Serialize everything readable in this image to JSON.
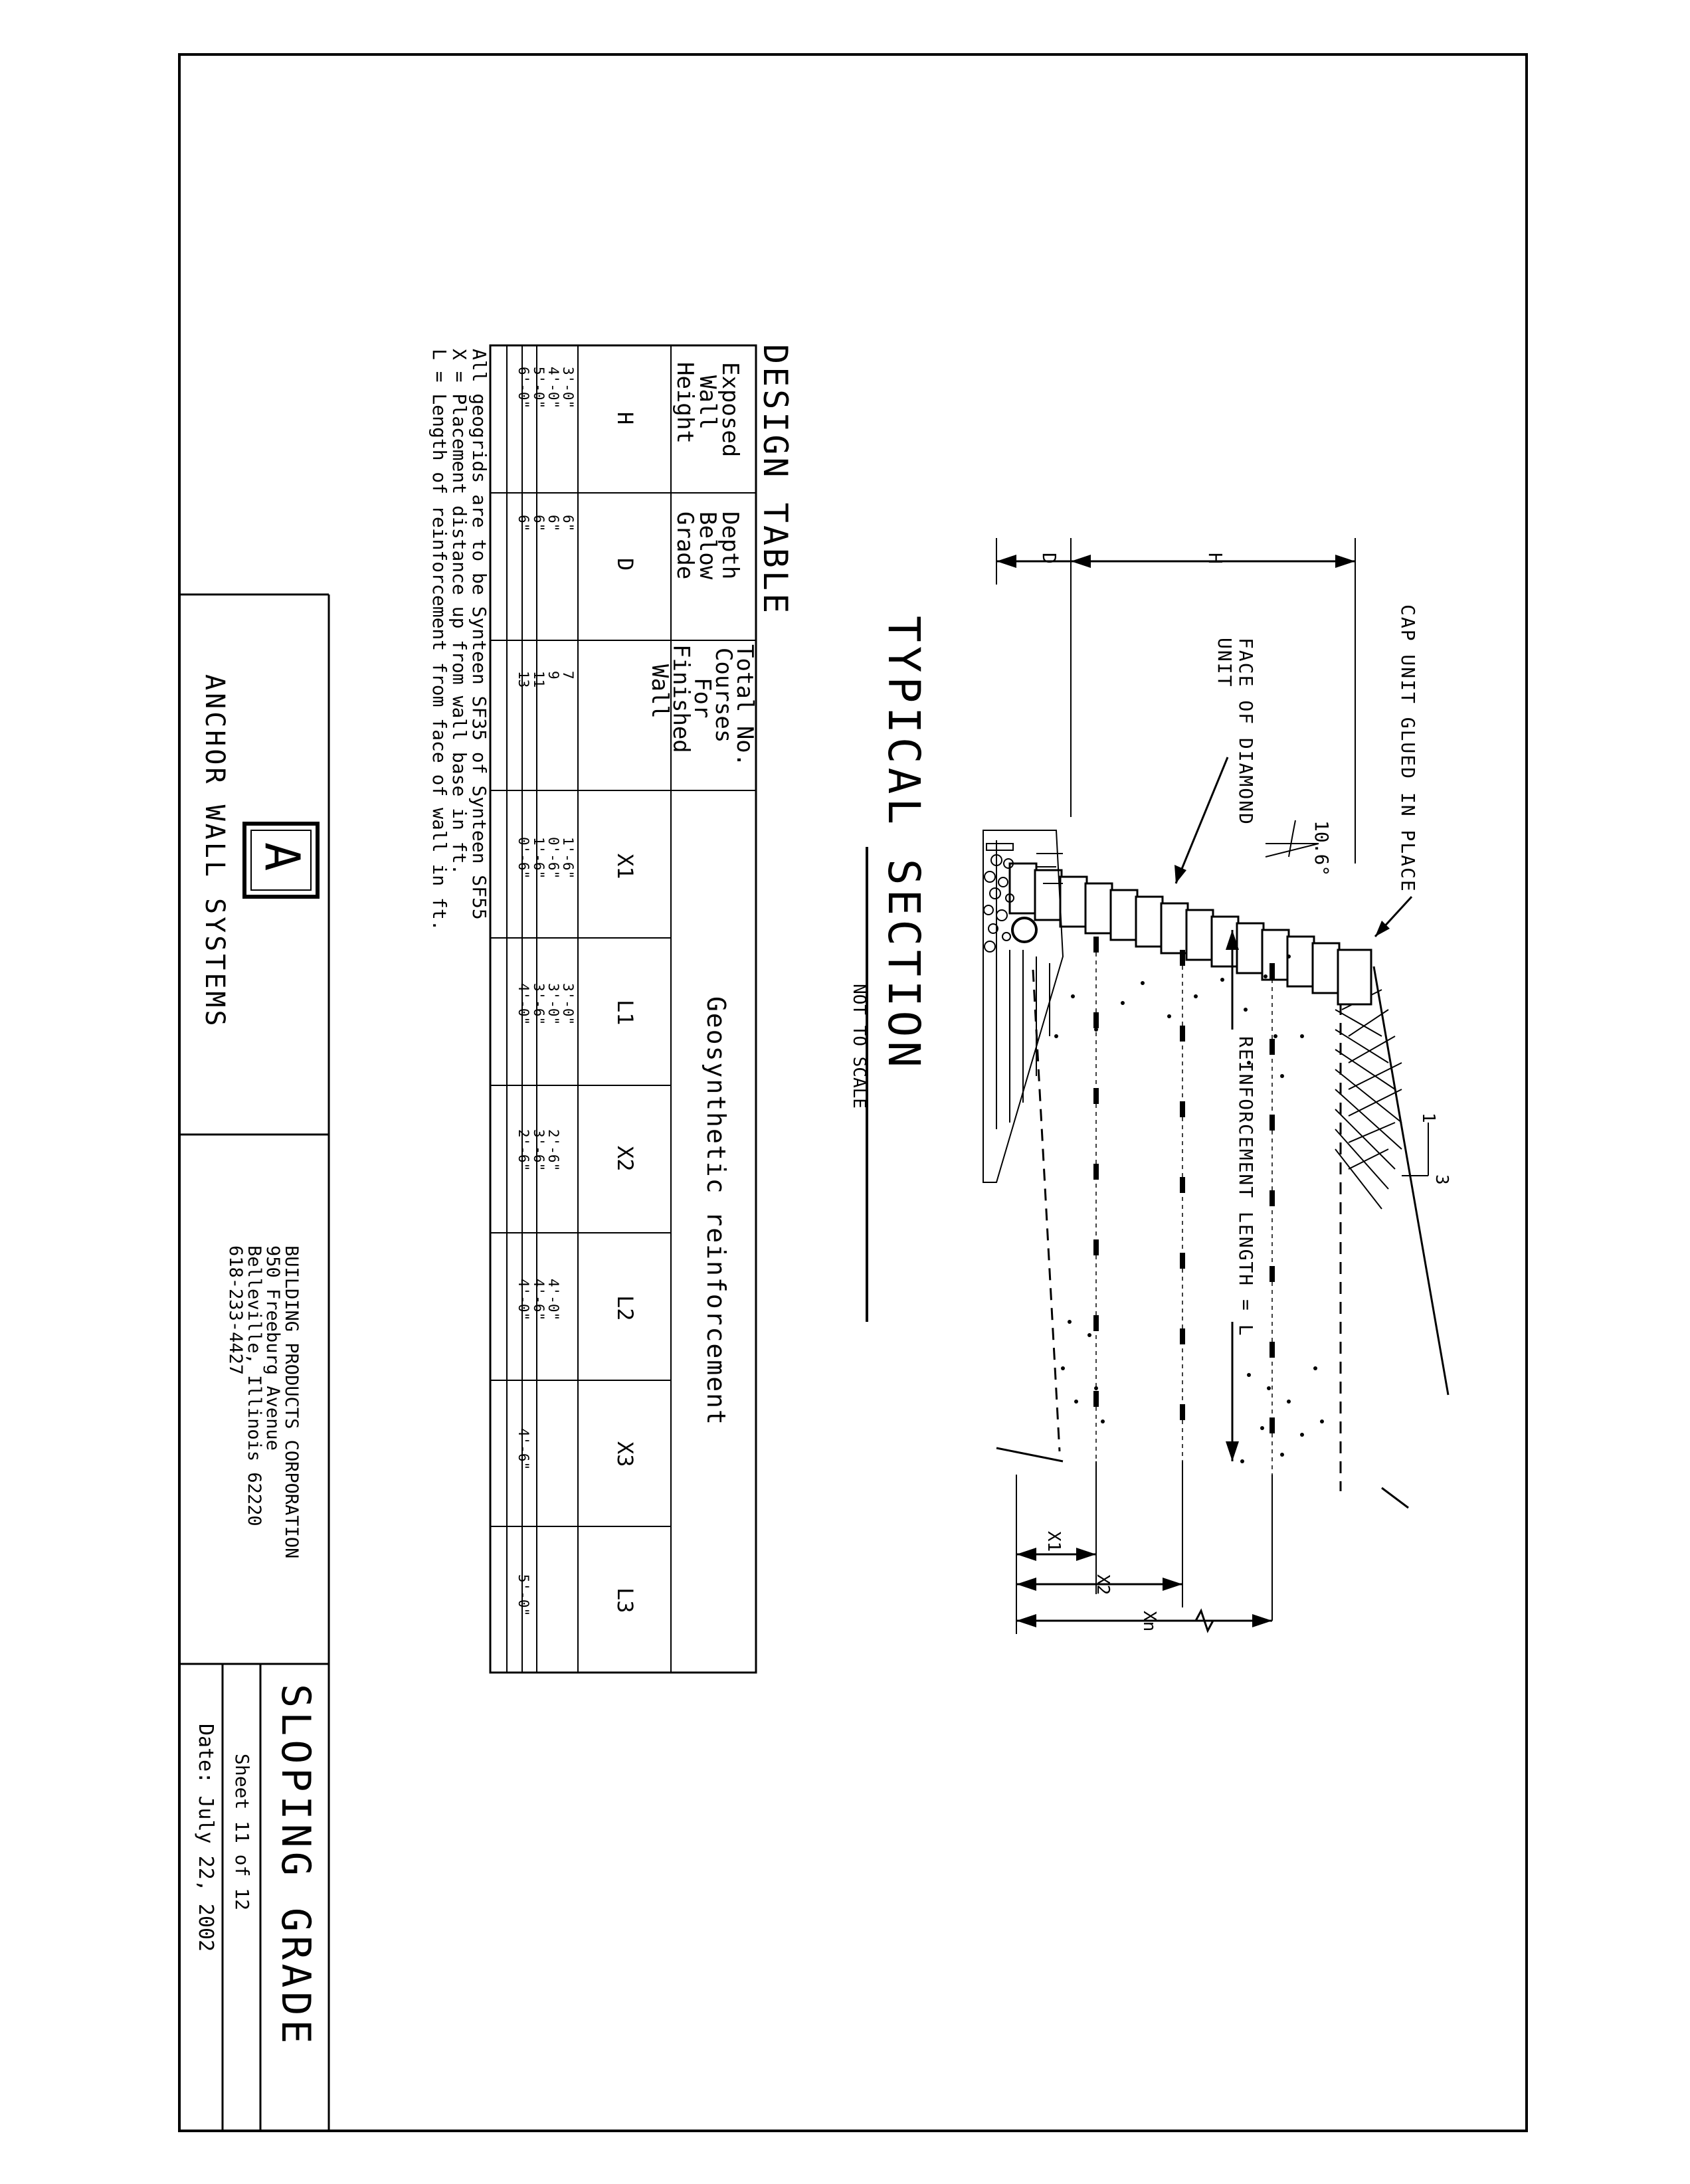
{
  "section": {
    "title": "TYPICAL SECTION",
    "subtitle": "NOT TO SCALE",
    "cap_note": "CAP UNIT GLUED IN PLACE",
    "face_note_1": "FACE OF DIAMOND",
    "face_note_2": "UNIT",
    "angle": "10.6°",
    "reinforcement": "REINFORCEMENT LENGTH = L",
    "slope_top": "3",
    "slope_side": "1",
    "dim_h": "H",
    "dim_d": "D",
    "dim_x1": "X1",
    "dim_x2": "X2",
    "dim_xn": "Xn"
  },
  "table": {
    "title": "DESIGN TABLE",
    "geo_header": "Geosynthetic reinforcement",
    "col1_lines": [
      "Exposed",
      "Wall",
      "Height"
    ],
    "col2_lines": [
      "Depth",
      "Below",
      "Grade"
    ],
    "col3_lines": [
      "Total No.",
      "Courses",
      "For",
      "Finished",
      "Wall"
    ],
    "symbols": [
      "H",
      "D",
      "X1",
      "L1",
      "X2",
      "L2",
      "X3",
      "L3"
    ],
    "rows": [
      [
        "3'-0\"",
        "6\"",
        "7",
        "1'-6\"",
        "3'-0\"",
        "",
        "",
        "",
        ""
      ],
      [
        "4'-0\"",
        "6\"",
        "9",
        "0'-6\"",
        "3'-0\"",
        "2'-6\"",
        "4'-0\"",
        "",
        ""
      ],
      [
        "5'-0\"",
        "6\"",
        "11",
        "1'-6\"",
        "3'-6\"",
        "3'-6\"",
        "4'-6\"",
        "",
        ""
      ],
      [
        "6'-0\"",
        "6\"",
        "13",
        "0'-6\"",
        "4'-0\"",
        "2'-6\"",
        "4'-0\"",
        "4'-6\"",
        "5'-0\""
      ]
    ]
  },
  "notes": [
    "All geogrids are to be Synteen SF35 of Synteen SF55",
    "X = Placement distance up from wall base in ft.",
    "L = Length of reinforcement from face of wall in ft."
  ],
  "title_block": {
    "company": "ANCHOR WALL SYSTEMS",
    "logo": "A",
    "address": [
      "BUILDING PRODUCTS CORPORATION",
      "950 Freeburg Avenue",
      "Belleville, Illinois 62220",
      "618-233-4427"
    ],
    "drawing_title": "SLOPING GRADE",
    "sheet": "Sheet 11 of 12",
    "date": "Date: July 22, 2002"
  }
}
